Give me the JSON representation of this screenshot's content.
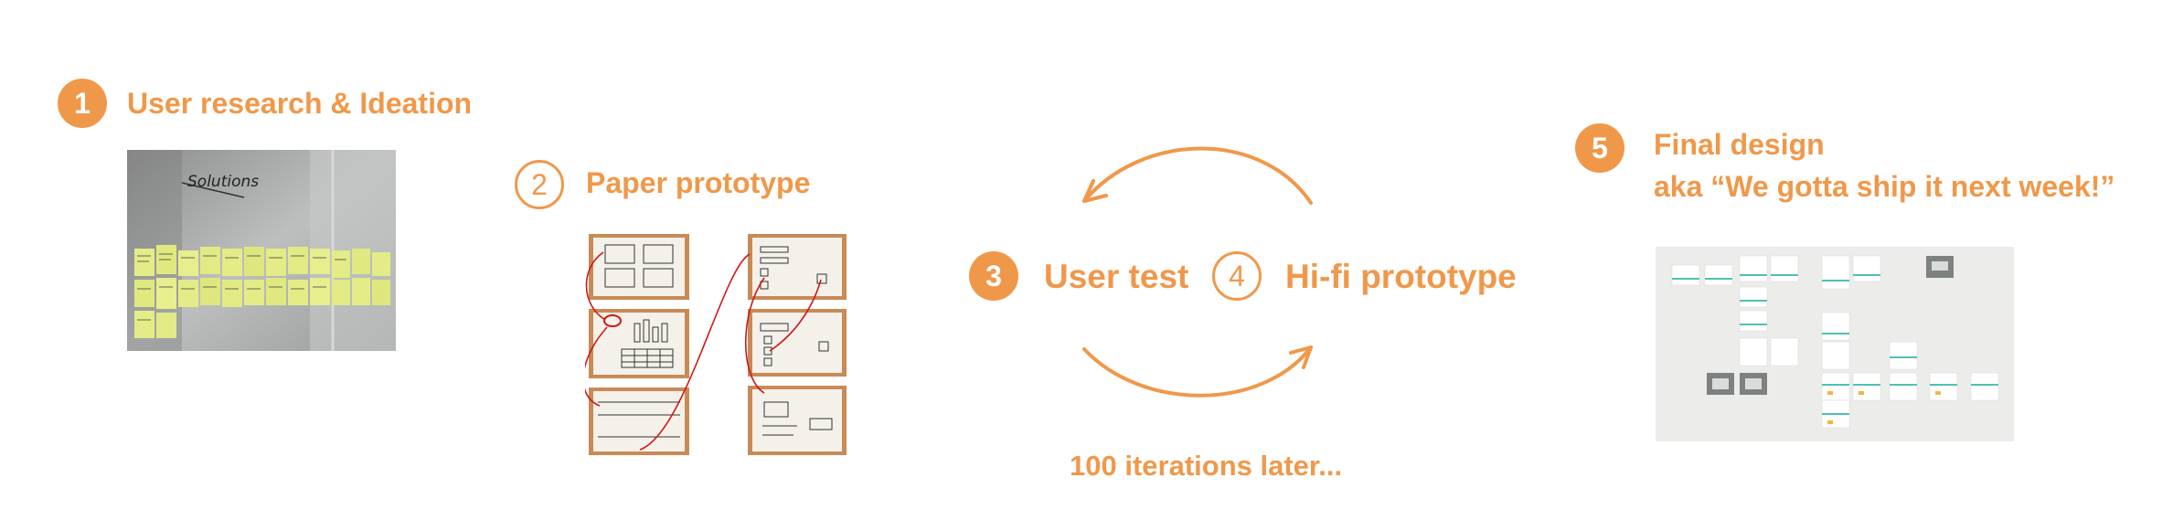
{
  "steps": [
    {
      "number": "1",
      "title": "User research & Ideation"
    },
    {
      "number": "2",
      "title": "Paper prototype"
    },
    {
      "number": "3",
      "title": "User test"
    },
    {
      "number": "4",
      "title": "Hi-fi prototype"
    },
    {
      "number": "5",
      "title_line1": "Final design",
      "title_line2": "aka “We gotta ship it next week!”"
    }
  ],
  "iterations_note": "100 iterations later...",
  "whiteboard_heading": "Solutions",
  "colors": {
    "accent": "#F0984A",
    "sketch_line": "#d01818",
    "kraft": "#c98a55",
    "sticky": "#e3ec86"
  }
}
